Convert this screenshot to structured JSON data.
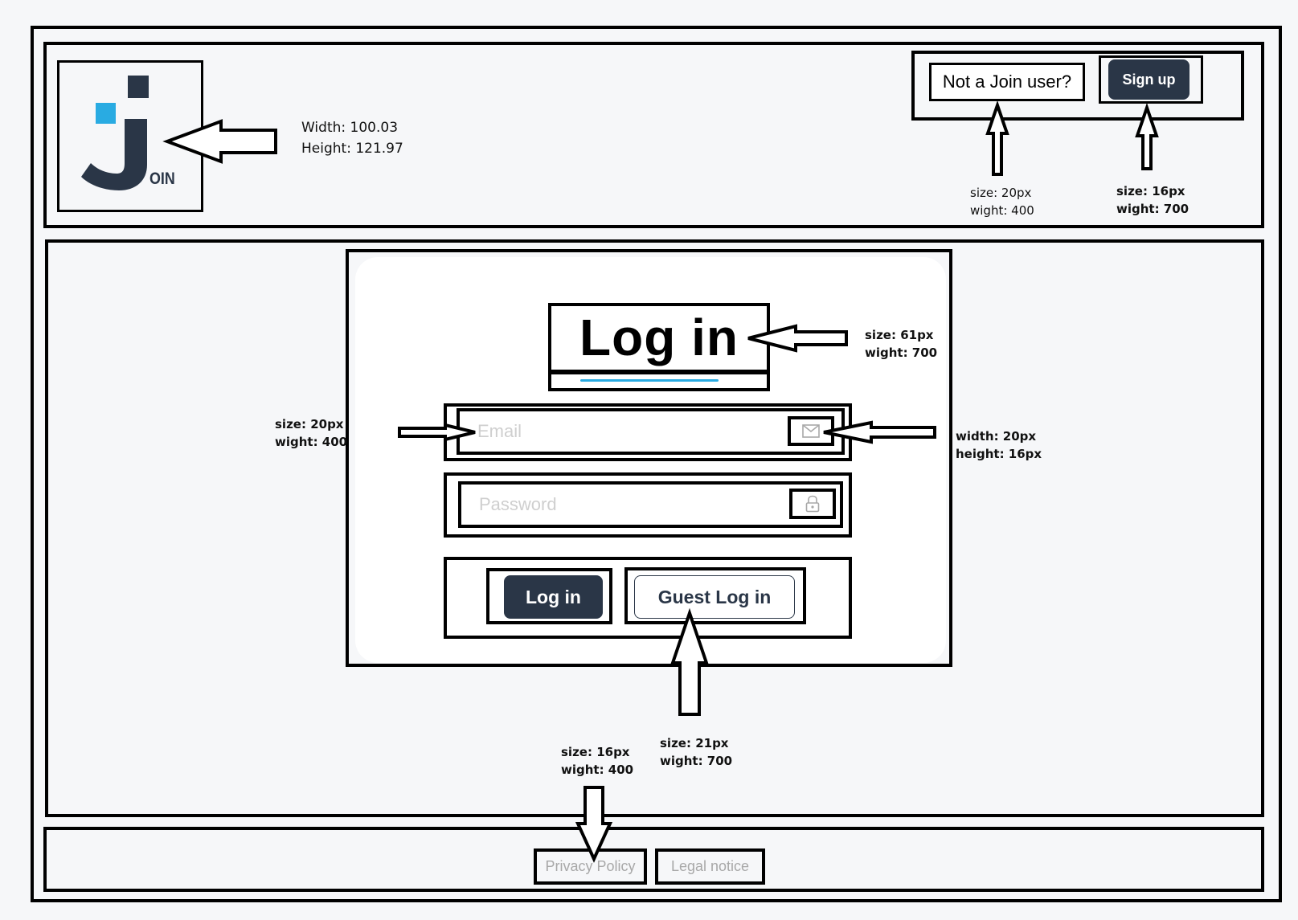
{
  "logo": {
    "letters": "OIN",
    "dimension_notes": [
      "Width: 100.03",
      "Height: 121.97"
    ],
    "colors": {
      "dark": "#2a3647",
      "accent": "#29abe2"
    }
  },
  "header": {
    "not_user_text": "Not a Join user?",
    "signup_label": "Sign up",
    "not_user_notes": [
      "size: 20px",
      "wight: 400"
    ],
    "signup_notes": [
      "size: 16px",
      "wight: 700"
    ]
  },
  "login": {
    "title": "Log in",
    "title_notes": [
      "size: 61px",
      "wight: 700"
    ],
    "email_placeholder": "Email",
    "password_placeholder": "Password",
    "email_notes": [
      "size: 20px",
      "wight: 400"
    ],
    "icon_notes": [
      "width: 20px",
      "height: 16px"
    ],
    "email_icon": "mail-icon",
    "password_icon": "lock-icon",
    "login_label": "Log in",
    "guest_label": "Guest Log in",
    "guest_notes": [
      "size: 21px",
      "wight: 700"
    ]
  },
  "footer": {
    "privacy_label": "Privacy Policy",
    "legal_label": "Legal notice",
    "link_notes": [
      "size: 16px",
      "wight: 400"
    ]
  },
  "colors": {
    "primary": "#2a3647",
    "accent": "#29abe2",
    "background": "#f6f7f9",
    "placeholder": "#cfcfcf"
  }
}
